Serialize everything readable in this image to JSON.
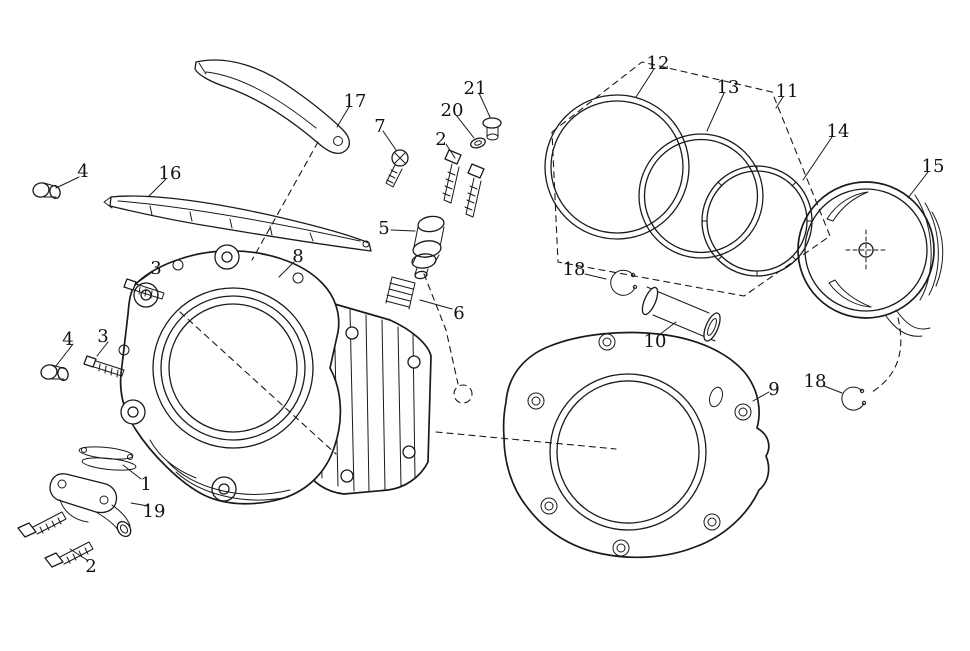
{
  "canvas": {
    "paper": "#ffffff",
    "ink": "#1a1a1a",
    "label_color": "#111111"
  },
  "labels": [
    {
      "text": "17",
      "part": "cam-chain-guide"
    },
    {
      "text": "7",
      "part": "guide-screw"
    },
    {
      "text": "2",
      "part": "tensioner-bolts"
    },
    {
      "text": "20",
      "part": "washer"
    },
    {
      "text": "21",
      "part": "plug"
    },
    {
      "text": "12",
      "part": "top-piston-ring"
    },
    {
      "text": "13",
      "part": "second-piston-ring"
    },
    {
      "text": "11",
      "part": "piston-ring-set"
    },
    {
      "text": "14",
      "part": "oil-ring"
    },
    {
      "text": "15",
      "part": "piston"
    },
    {
      "text": "4",
      "part": "rubber-cap-upper"
    },
    {
      "text": "16",
      "part": "chain-tensioner-blade"
    },
    {
      "text": "3",
      "part": "flange-bolt-upper"
    },
    {
      "text": "8",
      "part": "cylinder-body"
    },
    {
      "text": "5",
      "part": "chain-tensioner-lifter"
    },
    {
      "text": "6",
      "part": "tensioner-spring"
    },
    {
      "text": "18",
      "part": "piston-pin-circlip-left"
    },
    {
      "text": "10",
      "part": "piston-pin"
    },
    {
      "text": "4",
      "part": "rubber-cap-lower"
    },
    {
      "text": "3",
      "part": "flange-bolt-lower"
    },
    {
      "text": "9",
      "part": "cylinder-gasket"
    },
    {
      "text": "18",
      "part": "piston-pin-circlip-right"
    },
    {
      "text": "1",
      "part": "shim-gasket"
    },
    {
      "text": "19",
      "part": "coolant-joint"
    },
    {
      "text": "2",
      "part": "joint-bolts"
    }
  ]
}
